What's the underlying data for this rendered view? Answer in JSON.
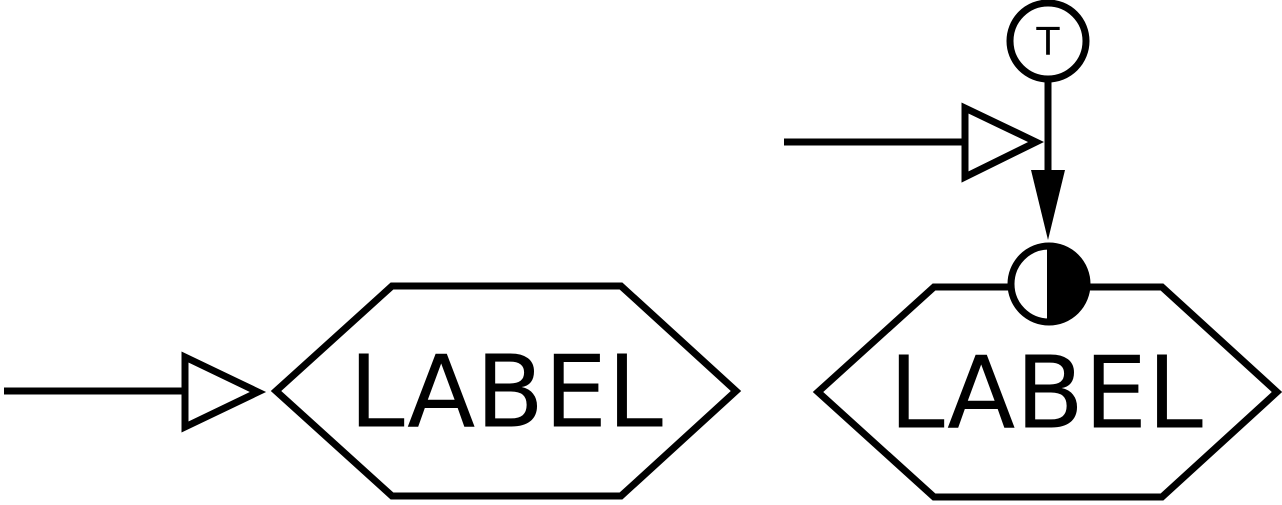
{
  "diagram": {
    "left_symbol": {
      "label": "LABEL"
    },
    "right_symbol": {
      "label": "LABEL",
      "marker_text": "T"
    }
  }
}
